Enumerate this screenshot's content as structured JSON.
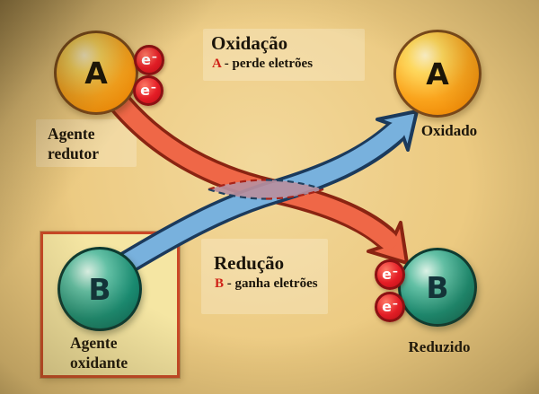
{
  "diagram": {
    "oxidation": {
      "title": "Oxidação",
      "prefix": "A",
      "rest": " - perde eletrões"
    },
    "reduction": {
      "title": "Redução",
      "prefix": "B",
      "rest": " - ganha eletrões"
    },
    "labels": {
      "reducing_agent_line1": "Agente",
      "reducing_agent_line2": "redutor",
      "oxidizing_agent_line1": "Agente",
      "oxidizing_agent_line2": "oxidante",
      "oxidized": "Oxidado",
      "reduced": "Reduzido"
    },
    "species": {
      "a": "A",
      "b": "B"
    },
    "electron": {
      "symbol": "e",
      "charge": "–"
    }
  },
  "colors": {
    "background": "#ecca81",
    "arrow_red_fill": "#ef6747",
    "arrow_red_outline": "#8a2412",
    "arrow_blue_fill": "#78b1dd",
    "arrow_blue_outline": "#1b3a5c",
    "lens_fill": "#b98f9e",
    "lens_dash_red": "#a82318",
    "lens_dash_blue": "#21415f",
    "molecule_a_fill": "#f9a21b",
    "molecule_b_fill": "#17846c",
    "electron_fill": "#e41d26",
    "agent_box_fill": "#f5e6a3",
    "agent_box_border": "#cb4826"
  }
}
